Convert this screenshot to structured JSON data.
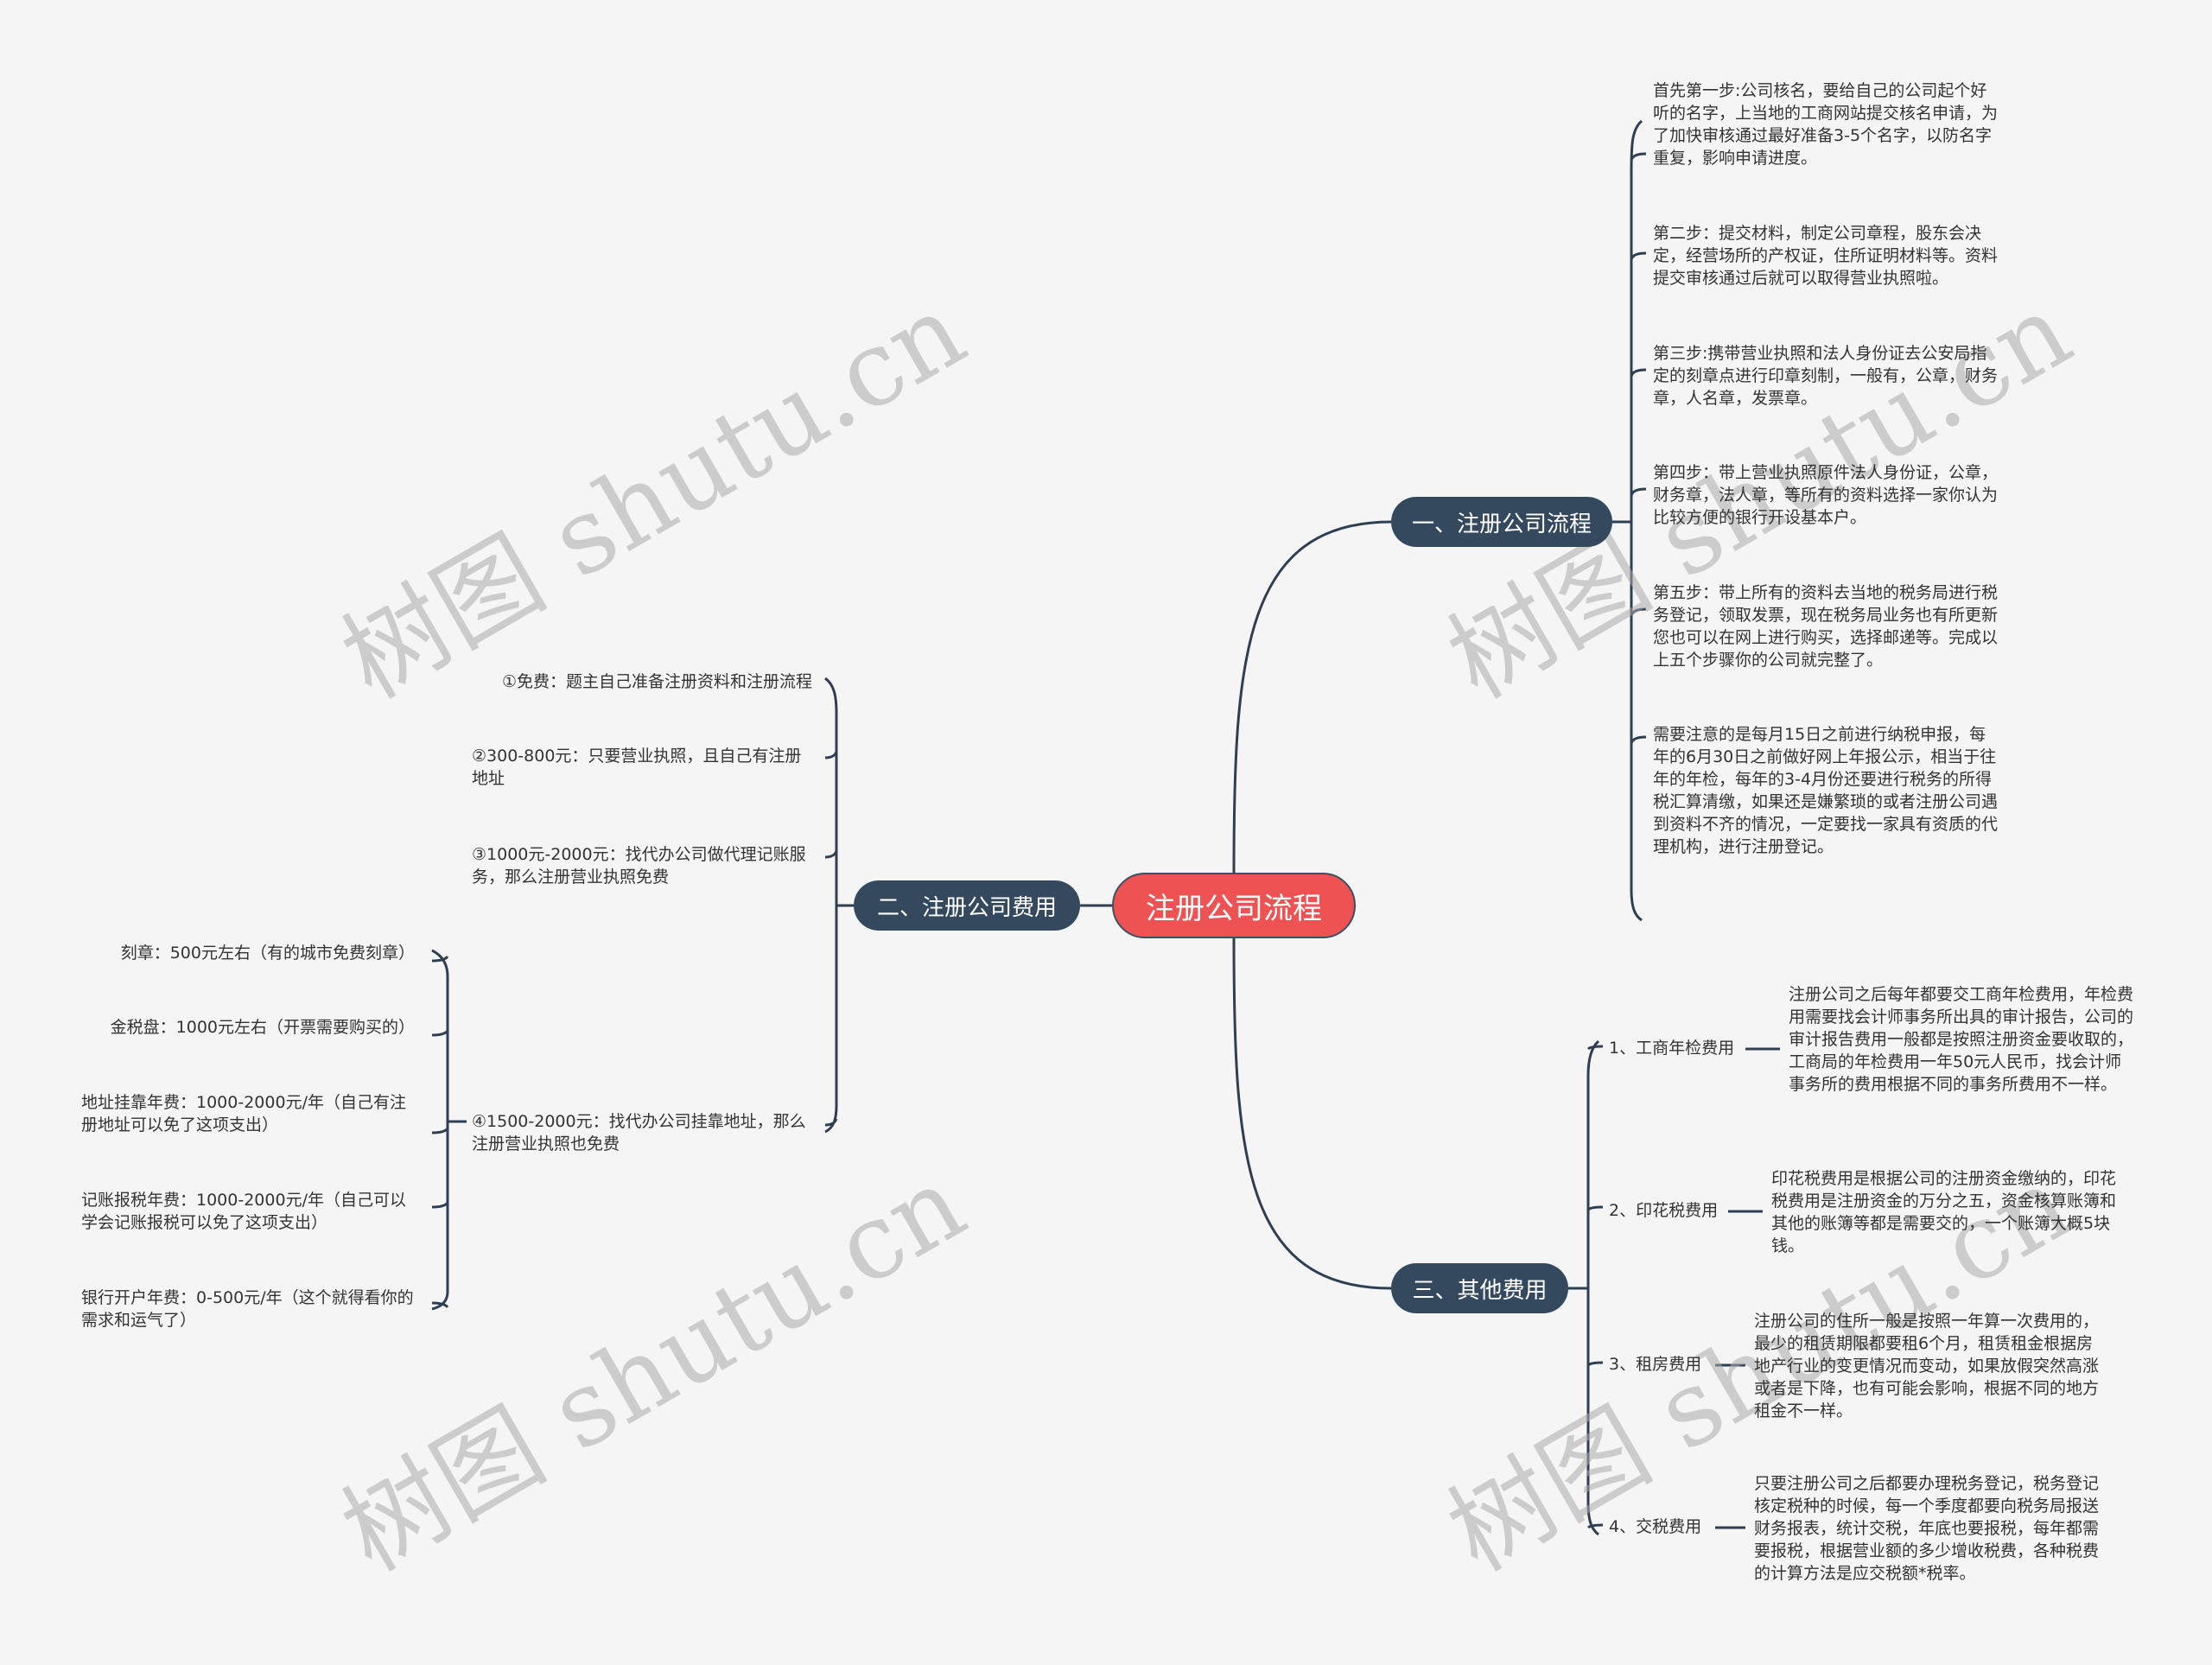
{
  "root": {
    "label": "注册公司流程"
  },
  "watermark": "树图 shutu.cn",
  "branch1": {
    "label": "一、注册公司流程",
    "items": [
      "首先第一步:公司核名，要给自己的公司起个好听的名字，上当地的工商网站提交核名申请，为了加快审核通过最好准备3-5个名字，以防名字重复，影响申请进度。",
      "第二步：提交材料，制定公司章程，股东会决定，经营场所的产权证，住所证明材料等。资料提交审核通过后就可以取得营业执照啦。",
      "第三步:携带营业执照和法人身份证去公安局指定的刻章点进行印章刻制，一般有，公章，财务章，人名章，发票章。",
      "第四步：带上营业执照原件法人身份证，公章，财务章，法人章，等所有的资料选择一家你认为比较方便的银行开设基本户。",
      "第五步：带上所有的资料去当地的税务局进行税务登记，领取发票，现在税务局业务也有所更新您也可以在网上进行购买，选择邮递等。完成以上五个步骤你的公司就完整了。",
      "需要注意的是每月15日之前进行纳税申报，每年的6月30日之前做好网上年报公示，相当于往年的年检，每年的3-4月份还要进行税务的所得税汇算清缴，如果还是嫌繁琐的或者注册公司遇到资料不齐的情况，一定要找一家具有资质的代理机构，进行注册登记。"
    ]
  },
  "branch2": {
    "label": "二、注册公司费用",
    "items": [
      "①免费：题主自己准备注册资料和注册流程",
      "②300-800元：只要营业执照，且自己有注册地址",
      "③1000元-2000元：找代办公司做代理记账服务，那么注册营业执照免费",
      "④1500-2000元：找代办公司挂靠地址，那么注册营业执照也免费"
    ],
    "sub_items": [
      "刻章：500元左右（有的城市免费刻章）",
      "金税盘：1000元左右（开票需要购买的）",
      "地址挂靠年费：1000-2000元/年（自己有注册地址可以免了这项支出）",
      "记账报税年费：1000-2000元/年（自己可以学会记账报税可以免了这项支出）",
      "银行开户年费：0-500元/年（这个就得看你的需求和运气了）"
    ]
  },
  "branch3": {
    "label": "三、其他费用",
    "items": [
      {
        "label": "1、工商年检费用",
        "detail": "注册公司之后每年都要交工商年检费用，年检费用需要找会计师事务所出具的审计报告，公司的审计报告费用一般都是按照注册资金要收取的，工商局的年检费用一年50元人民币，找会计师事务所的费用根据不同的事务所费用不一样。"
      },
      {
        "label": "2、印花税费用",
        "detail": "印花税费用是根据公司的注册资金缴纳的，印花税费用是注册资金的万分之五，资金核算账簿和其他的账簿等都是需要交的，一个账簿大概5块钱。"
      },
      {
        "label": "3、租房费用",
        "detail": "注册公司的住所一般是按照一年算一次费用的，最少的租赁期限都要租6个月，租赁租金根据房地产行业的变更情况而变动，如果放假突然高涨或者是下降，也有可能会影响，根据不同的地方租金不一样。"
      },
      {
        "label": "4、交税费用",
        "detail": "只要注册公司之后都要办理税务登记，税务登记核定税种的时候，每一个季度都要向税务局报送财务报表，统计交税，年底也要报税，每年都需要报税，根据营业额的多少增收税费，各种税费的计算方法是应交税额*税率。"
      }
    ]
  }
}
